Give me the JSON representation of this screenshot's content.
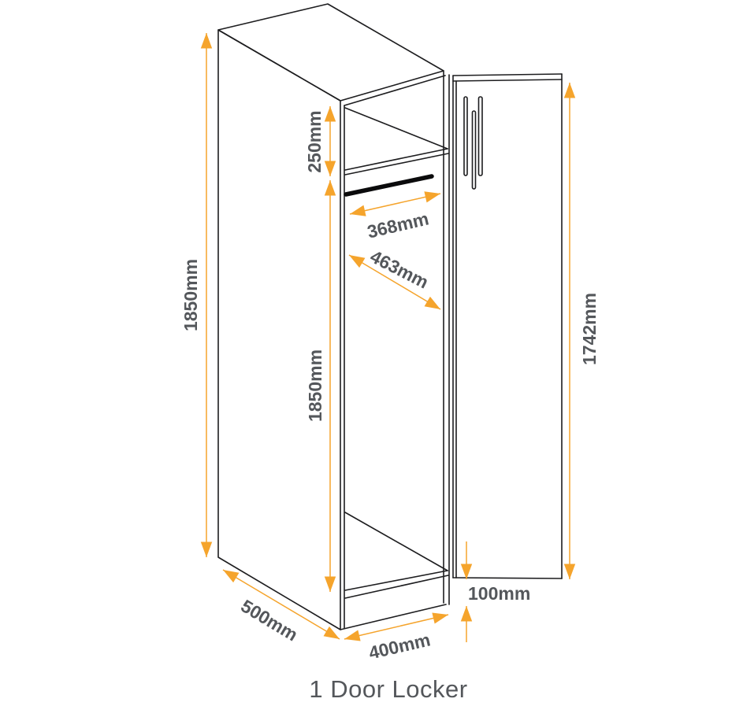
{
  "diagram": {
    "title": "1 Door Locker",
    "product": "locker-technical-drawing",
    "labels": {
      "overall_height": "1850mm",
      "top_compartment_height": "250mm",
      "interior_height": "1850mm",
      "door_height": "1742mm",
      "rail_width": "368mm",
      "interior_diagonal": "463mm",
      "door_bottom_gap": "100mm",
      "depth": "500mm",
      "width": "400mm"
    },
    "colors": {
      "dimension": "#f5a42c",
      "label": "#54575b",
      "outline": "#1d1d1f"
    }
  }
}
